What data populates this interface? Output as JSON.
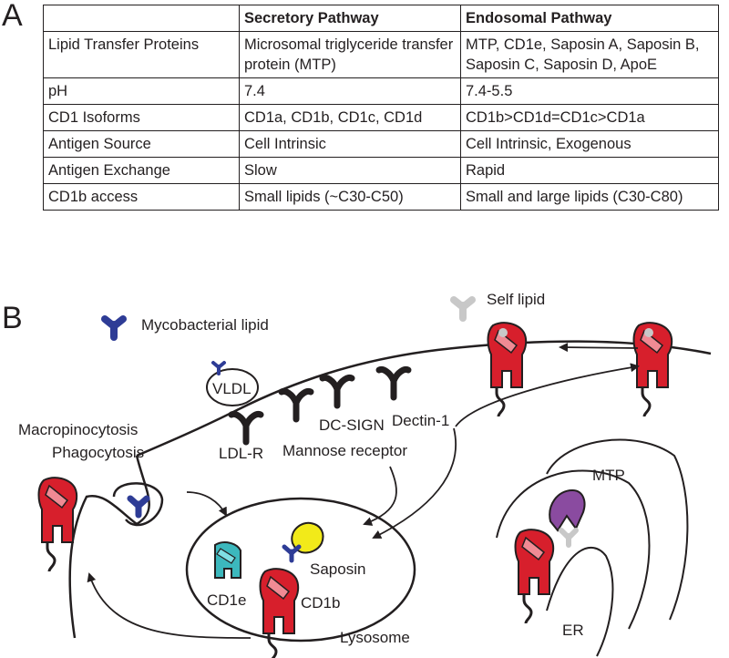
{
  "panels": {
    "a": "A",
    "b": "B"
  },
  "table": {
    "headers": [
      "",
      "Secretory Pathway",
      "Endosomal Pathway"
    ],
    "rows": [
      [
        "Lipid Transfer Proteins",
        "Microsomal triglyceride transfer protein (MTP)",
        "MTP, CD1e, Saposin A, Saposin B, Saposin C, Saposin D, ApoE"
      ],
      [
        "pH",
        "7.4",
        "7.4-5.5"
      ],
      [
        "CD1 Isoforms",
        "CD1a, CD1b, CD1c, CD1d",
        "CD1b>CD1d=CD1c>CD1a"
      ],
      [
        "Antigen Source",
        "Cell Intrinsic",
        "Cell Intrinsic, Exogenous"
      ],
      [
        "Antigen Exchange",
        "Slow",
        "Rapid"
      ],
      [
        "CD1b access",
        "Small lipids (~C30-C50)",
        "Small and large lipids (C30-C80)"
      ]
    ]
  },
  "diagram": {
    "legend_myco": "Mycobacterial lipid",
    "legend_self": "Self lipid",
    "vldl": "VLDL",
    "ldlr": "LDL-R",
    "mannose": "Mannose receptor",
    "dcsign": "DC-SIGN",
    "dectin": "Dectin-1",
    "macro": "Macropinocytosis",
    "phago": "Phagocytosis",
    "cd1e": "CD1e",
    "saposin": "Saposin",
    "cd1b": "CD1b",
    "lysosome": "Lysosome",
    "mtp": "MTP",
    "er": "ER"
  },
  "colors": {
    "cd1_red": "#d71f2c",
    "cd1_pink": "#f08a94",
    "myco_blue": "#2e3c96",
    "self_gray": "#c8c8c8",
    "cd1e_teal": "#3cb8bd",
    "saposin_yellow": "#f2ea19",
    "mtp_purple": "#8a4ba0",
    "receptor_black": "#231f20"
  }
}
